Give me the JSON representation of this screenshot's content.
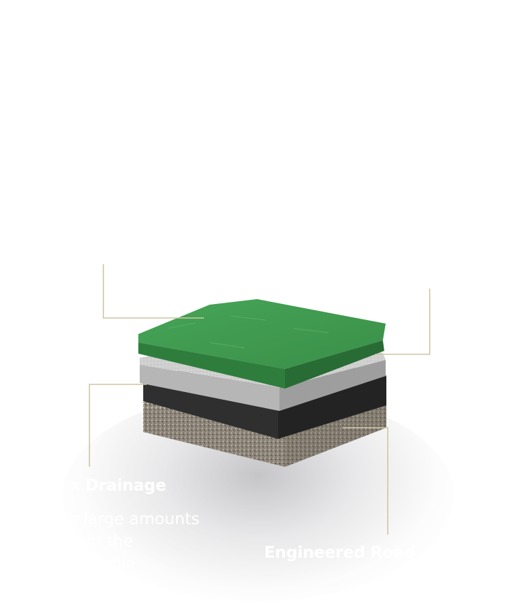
{
  "labels": {
    "drainage_title": "x Drainage",
    "drainage_desc": [
      "s large amounts",
      "rom the",
      "e profile"
    ],
    "road_title": "Engineered Road"
  },
  "colors": {
    "leader_line": "#cfc6a4",
    "turf": "#3f9a4f",
    "turf_dark": "#2f7d3d",
    "gravel_top": "#cfd0cf",
    "gravel_side": "#a9aaa9",
    "drain_top": "#3b3b3c",
    "drain_side": "#242425",
    "base_top": "#9f968a",
    "base_side": "#6e665b"
  },
  "layers": [
    "turf-layer",
    "gravel-layer",
    "drainage-layer",
    "aggregate-base-layer"
  ]
}
